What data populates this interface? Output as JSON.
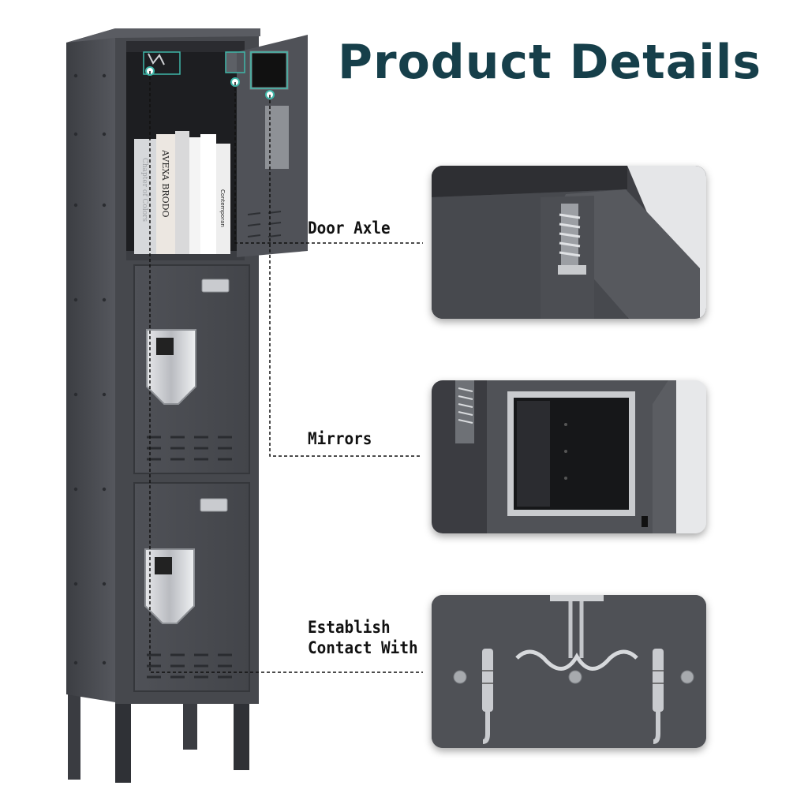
{
  "header": {
    "title": "Product Details"
  },
  "callouts": {
    "door_axle": "Door Axle",
    "mirrors": "Mirrors",
    "establish_line1": "Establish",
    "establish_line2": "Contact With"
  },
  "books": {
    "book1": "Chapter of Colors",
    "book2": "AVEXA BRODO",
    "book3": "Contemporan"
  },
  "colors": {
    "title": "#163f4a",
    "locker_body": "#4a4c52",
    "locker_dark": "#34363b",
    "panel_gray": "#55575c",
    "background": "#ffffff"
  }
}
